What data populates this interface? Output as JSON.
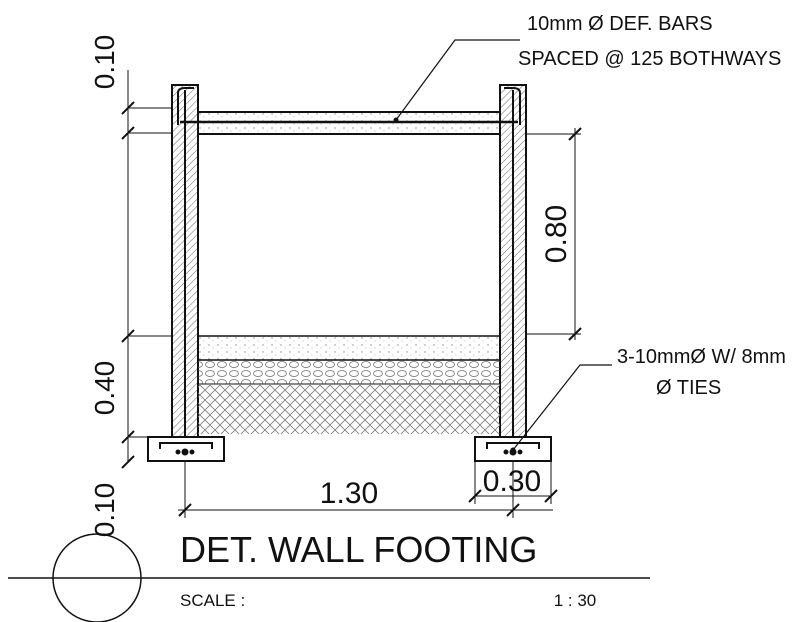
{
  "drawing": {
    "title": "DET. WALL FOOTING",
    "scale_label": "SCALE :",
    "scale_value": "1 : 30",
    "callouts": {
      "top_bars_line1": "10mm Ø DEF. BARS",
      "top_bars_line2": "SPACED @ 125 BOTHWAYS",
      "ties_line1": "3-10mmØ W/ 8mm",
      "ties_line2": "Ø TIES"
    },
    "dimensions": {
      "slab_thickness": "0.10",
      "wall_height": "0.80",
      "footing_depth": "0.40",
      "base_thickness": "0.10",
      "width": "1.30",
      "footing_width": "0.30"
    }
  }
}
